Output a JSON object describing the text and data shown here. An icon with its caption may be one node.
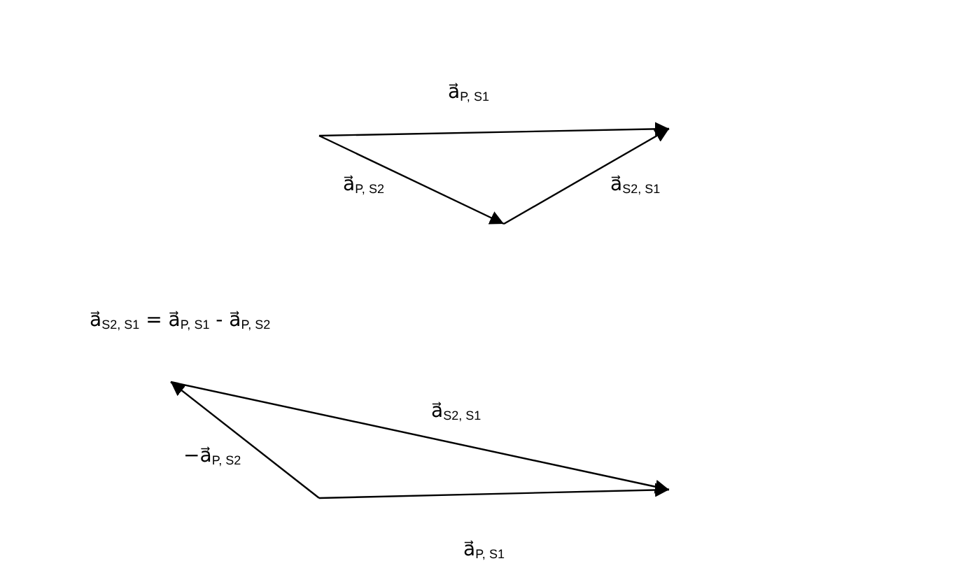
{
  "diagram": {
    "labels": [
      "a⃗$_{P, S1}$",
      "a⃗$_{P, S2}$",
      "a⃗$_{S2, S1}$",
      "a⃗$_{S2, S1}$ = a⃗$_{P, S1}$ - a⃗$_{P, S2}$",
      "a⃗$_{S2, S1}$",
      "−a⃗$_{P, S2}$",
      "a⃗$_{P, S1}$"
    ]
  }
}
